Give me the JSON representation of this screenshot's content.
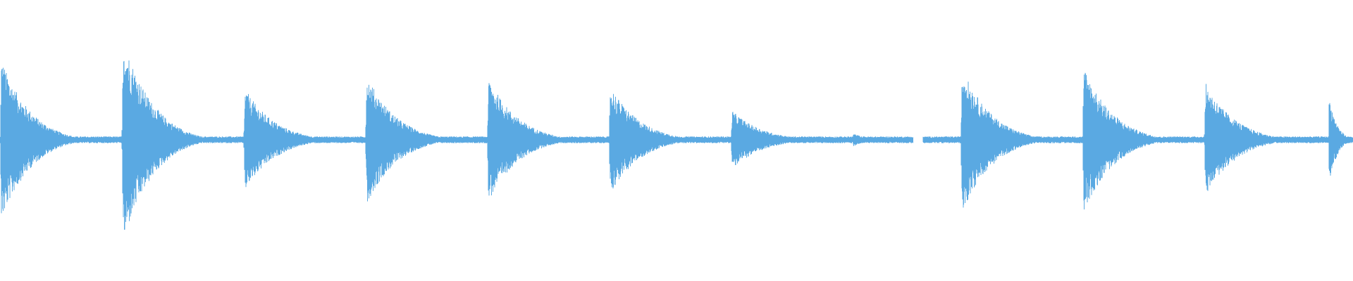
{
  "waveform": {
    "color": "#5aa9e2",
    "background": "#ffffff",
    "baseline_noise": 0.012,
    "decay_rate": 5.5,
    "hits": [
      {
        "time": 0.0,
        "amplitude": 0.3,
        "duration": 0.07
      },
      {
        "time": 0.09,
        "amplitude": 0.38,
        "duration": 0.072
      },
      {
        "time": 0.18,
        "amplitude": 0.19,
        "duration": 0.072
      },
      {
        "time": 0.27,
        "amplitude": 0.24,
        "duration": 0.072
      },
      {
        "time": 0.36,
        "amplitude": 0.23,
        "duration": 0.072
      },
      {
        "time": 0.45,
        "amplitude": 0.2,
        "duration": 0.072
      },
      {
        "time": 0.54,
        "amplitude": 0.11,
        "duration": 0.072
      },
      {
        "time": 0.63,
        "amplitude": 0.025,
        "duration": 0.03
      },
      {
        "time": 0.71,
        "amplitude": 0.27,
        "duration": 0.072
      },
      {
        "time": 0.8,
        "amplitude": 0.27,
        "duration": 0.072
      },
      {
        "time": 0.89,
        "amplitude": 0.21,
        "duration": 0.072
      },
      {
        "time": 0.982,
        "amplitude": 0.16,
        "duration": 0.02
      }
    ],
    "silent_gaps": [
      {
        "start": 0.0365,
        "end": 0.0425
      },
      {
        "start": 0.675,
        "end": 0.682
      }
    ]
  }
}
